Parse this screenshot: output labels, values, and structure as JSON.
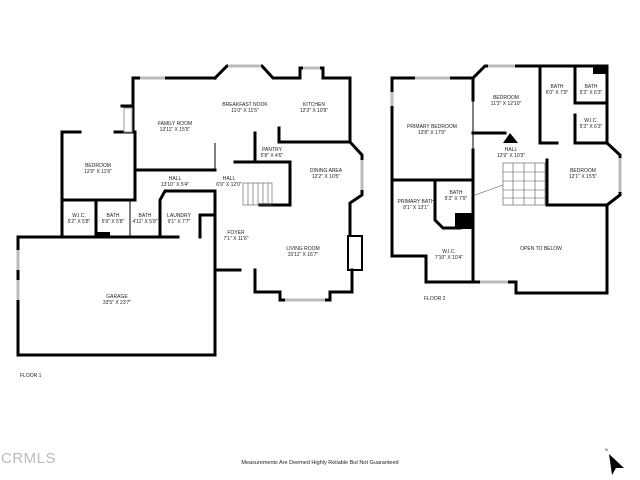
{
  "floor1": {
    "label": "FLOOR 1",
    "rooms": [
      {
        "name": "FAMILY ROOM",
        "dims": "13'11\" X 15'5\""
      },
      {
        "name": "BREAKFAST NOOK",
        "dims": "11'0\" X 11'5\""
      },
      {
        "name": "KITCHEN",
        "dims": "12'3\" X 10'9\""
      },
      {
        "name": "PANTRY",
        "dims": "5'8\" X 4'6\""
      },
      {
        "name": "BEDROOM",
        "dims": "12'0\" X 11'6\""
      },
      {
        "name": "HALL",
        "dims": "13'10\" X 5'4\""
      },
      {
        "name": "HALL",
        "dims": "6'9\" X 12'0\""
      },
      {
        "name": "DINING AREA",
        "dims": "12'2\" X 10'5\""
      },
      {
        "name": "W.I.C.",
        "dims": "5'2\" X 5'8\""
      },
      {
        "name": "BATH",
        "dims": "5'9\" X 5'8\""
      },
      {
        "name": "BATH",
        "dims": "4'11\" X 5'8\""
      },
      {
        "name": "LAUNDRY",
        "dims": "9'1\" X 7'7\""
      },
      {
        "name": "FOYER",
        "dims": "7'1\" X 11'6\""
      },
      {
        "name": "LIVING ROOM",
        "dims": "15'11\" X 16'7\""
      },
      {
        "name": "GARAGE",
        "dims": "33'5\" X 23'7\""
      }
    ]
  },
  "floor2": {
    "label": "FLOOR 2",
    "rooms": [
      {
        "name": "PRIMARY BEDROOM",
        "dims": "13'8\" X 17'0\""
      },
      {
        "name": "BEDROOM",
        "dims": "11'3\" X 12'10\""
      },
      {
        "name": "BATH",
        "dims": "6'0\" X 7'9\""
      },
      {
        "name": "BATH",
        "dims": "5'3\" X 6'3\""
      },
      {
        "name": "W.I.C.",
        "dims": "5'3\" X 6'3\""
      },
      {
        "name": "HALL",
        "dims": "12'9\" X 10'3\""
      },
      {
        "name": "BEDROOM",
        "dims": "12'1\" X 15'5\""
      },
      {
        "name": "PRIMARY BATH",
        "dims": "8'1\" X 13'1\""
      },
      {
        "name": "BATH",
        "dims": "5'3\" X 7'9\""
      },
      {
        "name": "W.I.C.",
        "dims": "7'10\" X 10'4\""
      },
      {
        "name": "OPEN TO BELOW",
        "dims": ""
      }
    ]
  },
  "footer": "Measurements Are Deemed Highly Reliable But Not Guaranteed",
  "watermark": "CRMLS",
  "compass": {
    "label": "N",
    "icon": "north-arrow-icon"
  }
}
